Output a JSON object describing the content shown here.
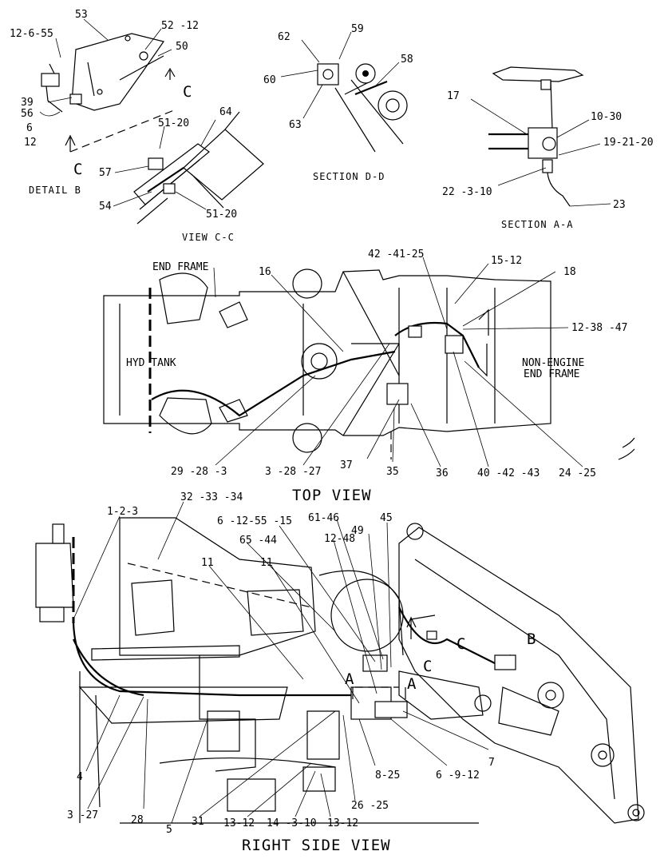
{
  "views": {
    "detail_b": "DETAIL B",
    "view_cc": "VIEW C-C",
    "section_dd": "SECTION D-D",
    "section_aa": "SECTION A-A",
    "top_view": "TOP VIEW",
    "right_side_view": "RIGHT SIDE VIEW"
  },
  "section_markers": {
    "c": "C",
    "a": "A",
    "b": "B"
  },
  "frame_labels": {
    "end_frame": "END FRAME",
    "hyd_tank": "HYD TANK",
    "non_engine_1": "NON-ENGINE",
    "non_engine_2": "END FRAME"
  },
  "callouts": {
    "detail_b": [
      "53",
      "52 -12",
      "12-6-55",
      "50",
      "39",
      "56",
      "6",
      "12"
    ],
    "view_cc": [
      "64",
      "51-20",
      "57",
      "54",
      "51-20"
    ],
    "section_dd": [
      "62",
      "59",
      "60",
      "58",
      "63"
    ],
    "section_aa": [
      "17",
      "10-30",
      "19-21-20",
      "22 -3-10",
      "23"
    ],
    "top_view": [
      "42 -41-25",
      "15-12",
      "16",
      "18",
      "12-38 -47",
      "29 -28 -3",
      "3 -28 -27",
      "37",
      "35",
      "36",
      "40 -42 -43",
      "24 -25"
    ],
    "right_side_view": [
      "32 -33 -34",
      "1-2-3",
      "6 -12-55 -15",
      "61-46",
      "45",
      "65 -44",
      "12-48",
      "49",
      "11",
      "11",
      "4",
      "3 -27",
      "28",
      "5",
      "31",
      "13-12",
      "14 -3-10",
      "13-12",
      "26 -25",
      "8-25",
      "6 -9-12",
      "7"
    ]
  }
}
